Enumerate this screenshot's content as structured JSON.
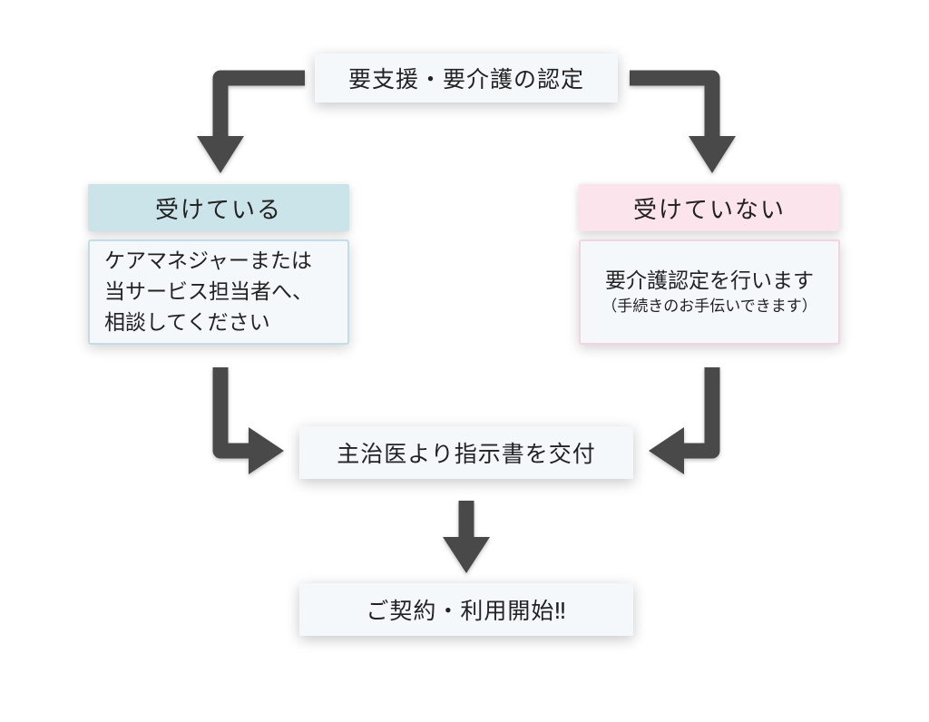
{
  "diagram": {
    "top_box": "要支援・要介護の認定",
    "yes_branch": {
      "header": "受けている",
      "lines": [
        "ケアマネジャーまたは",
        "当サービス担当者へ、",
        "相談してください"
      ]
    },
    "no_branch": {
      "header": "受けていない",
      "main": "要介護認定を行います",
      "sub": "（手続きのお手伝いできます）"
    },
    "middle_box": "主治医より指示書を交付",
    "bottom_box": "ご契約・利用開始‼"
  },
  "colors": {
    "arrow": "#4a4a4a",
    "yes_header_bg": "#cbe4e9",
    "no_header_bg": "#fbe4ec",
    "box_bg": "#f4f8fb"
  }
}
